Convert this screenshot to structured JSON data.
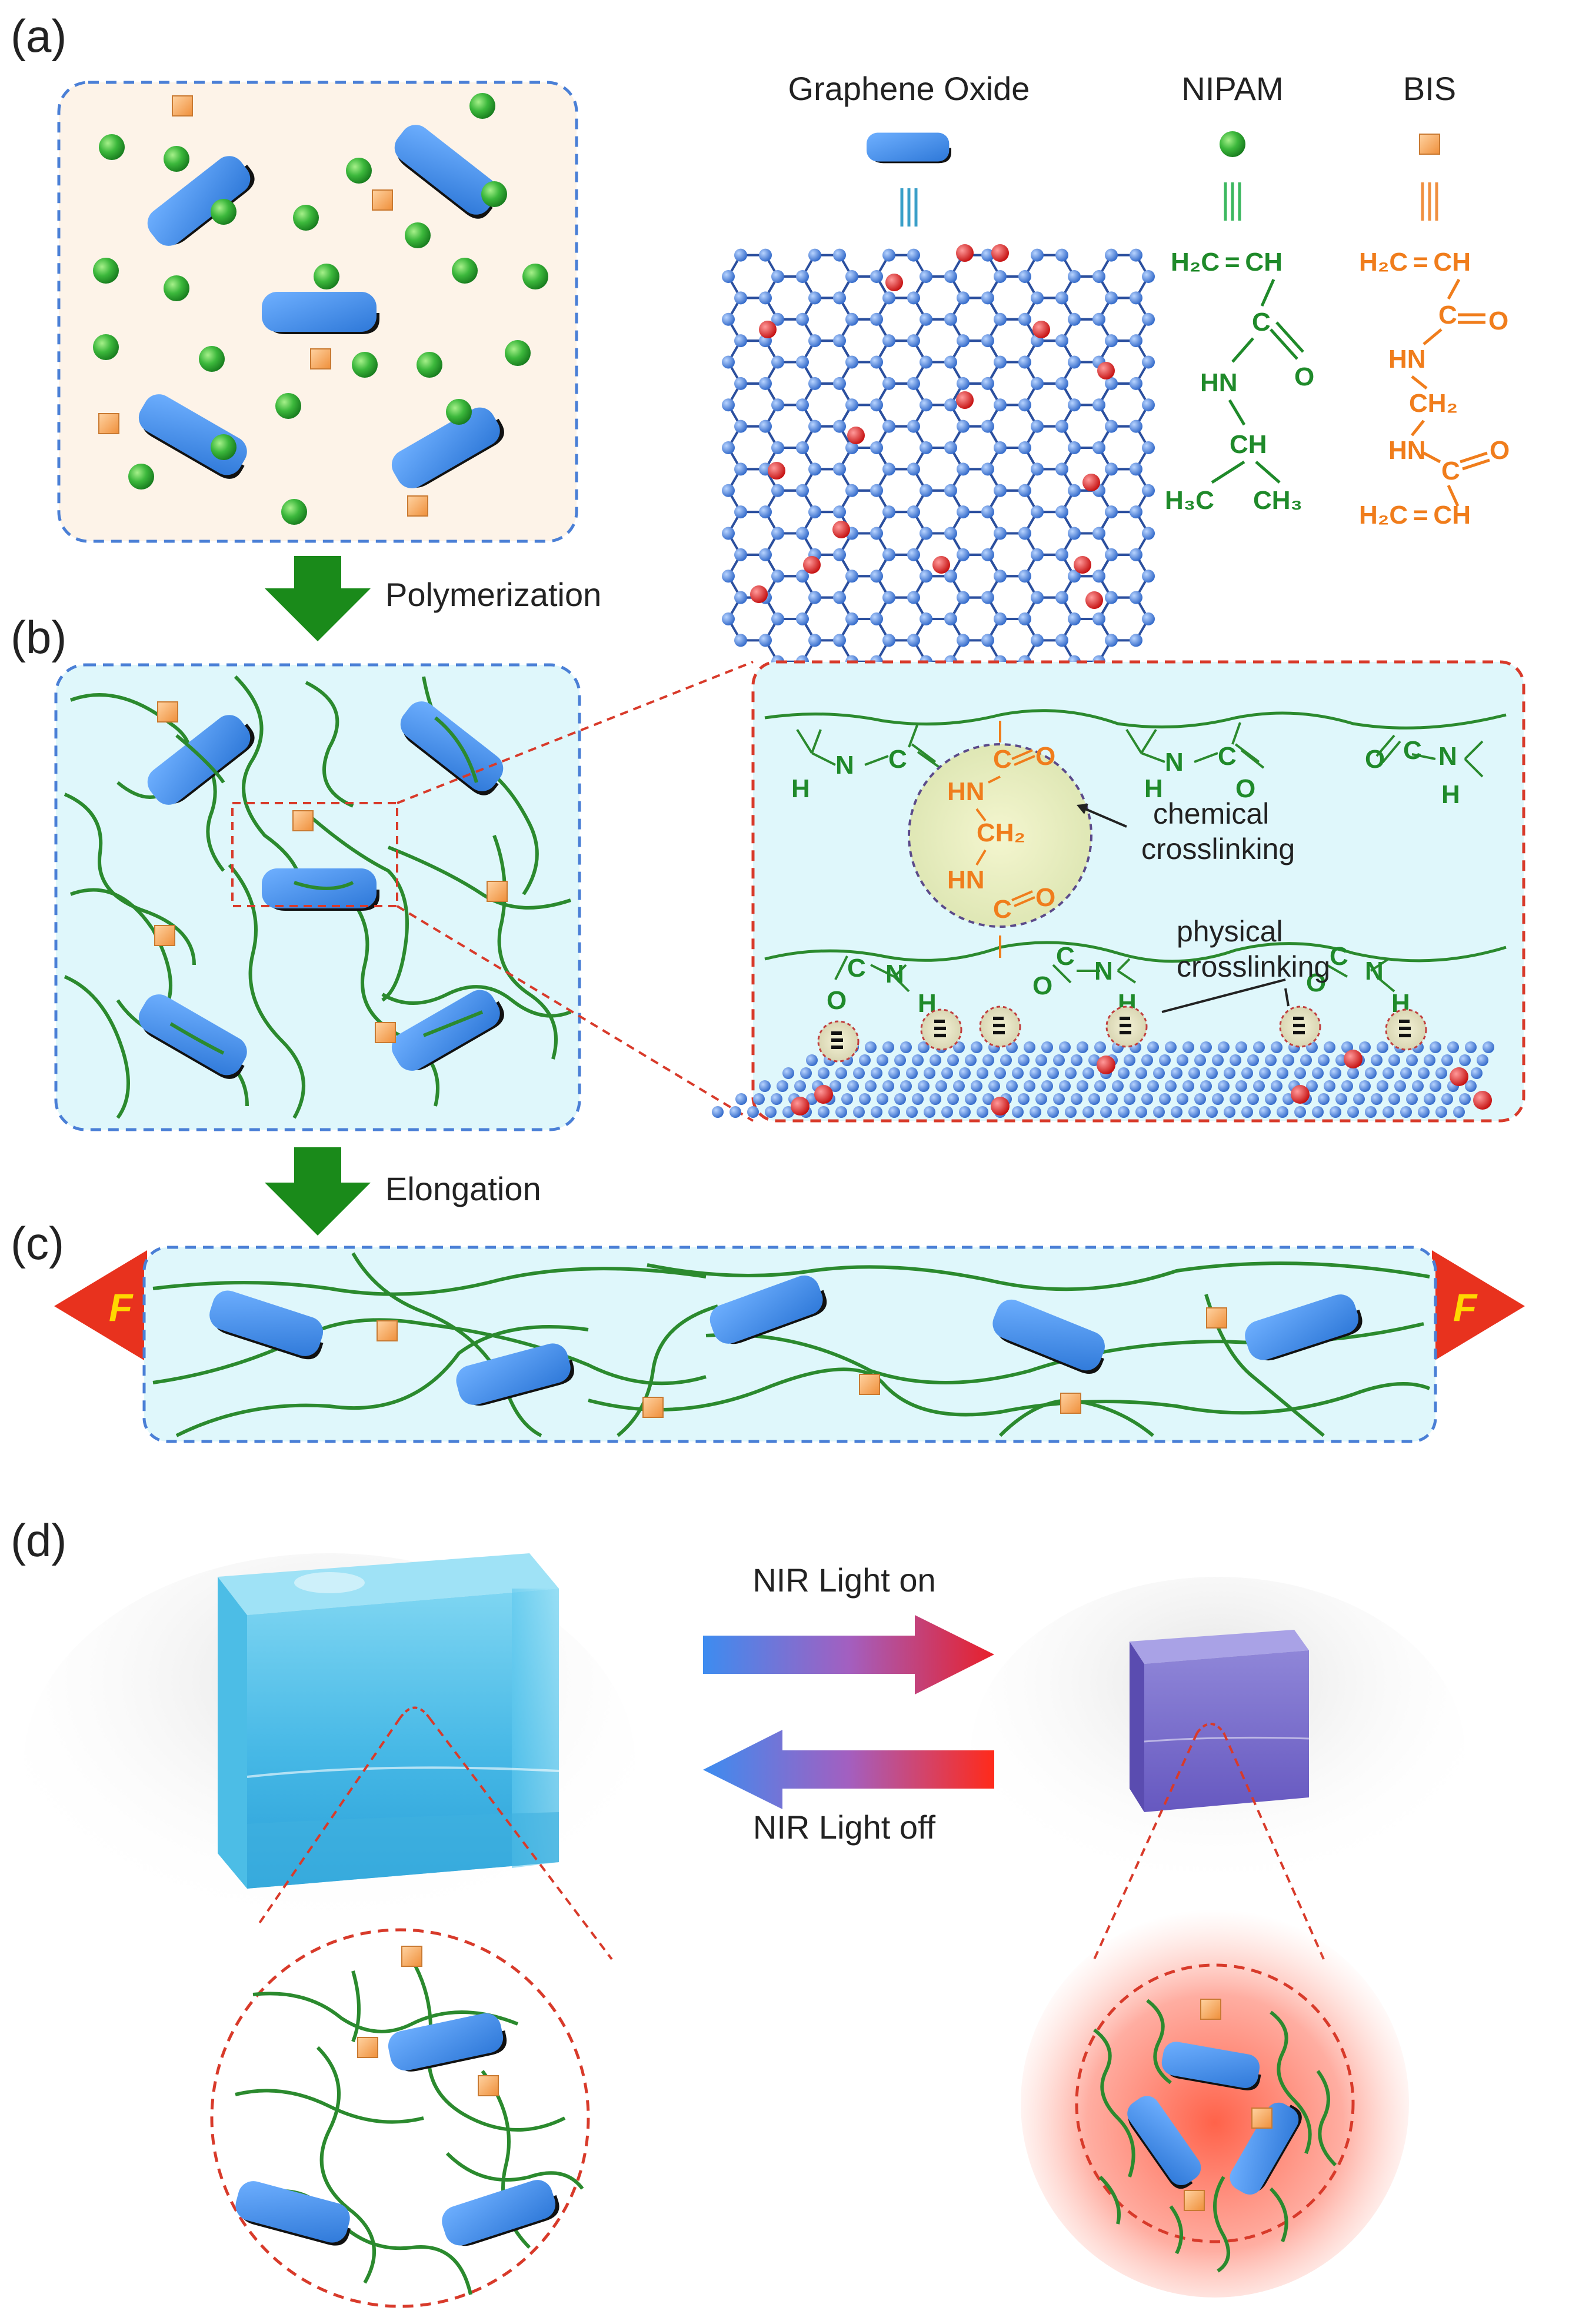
{
  "panels": {
    "a": "(a)",
    "b": "(b)",
    "c": "(c)",
    "d": "(d)"
  },
  "legend": {
    "graphene_oxide": "Graphene Oxide",
    "nipam": "NIPAM",
    "bis": "BIS"
  },
  "nipam_structure": {
    "top": "H₂C = CH",
    "c": "C",
    "o": "O",
    "hn": "HN",
    "ch": "CH",
    "h3c": "H₃C",
    "ch3": "CH₃"
  },
  "bis_structure": {
    "top": "H₂C = CH",
    "c1": "C",
    "o1": "O",
    "hn1": "HN",
    "ch2": "CH₂",
    "hn2": "HN",
    "c2": "C",
    "o2": "O",
    "bottom": "H₂C = CH"
  },
  "steps": {
    "polymerization": "Polymerization",
    "elongation": "Elongation"
  },
  "zoom_labels": {
    "chemical": [
      "chemical",
      "crosslinking"
    ],
    "physical": [
      "physical",
      "crosslinking"
    ],
    "atoms": {
      "n": "N",
      "c": "C",
      "o": "O",
      "h": "H",
      "hn": "HN",
      "ch2": "CH₂"
    }
  },
  "force": {
    "left": "F",
    "right": "F"
  },
  "nir": {
    "on": "NIR Light on",
    "off": "NIR Light off"
  },
  "colors": {
    "sheet": "#3f8fe8",
    "chain": "#2b8a2e",
    "crosslinker": "#f5a35a",
    "nipam_green": "#1f8a2a",
    "bis_orange": "#f07d1c",
    "box_blue": "#4a7fd6",
    "box_red": "#d83a2a",
    "arrow_green": "#1a8a1a",
    "force_red": "#e8321e"
  },
  "icons": [
    "graphene-sheet-icon",
    "nipam-sphere-icon",
    "bis-square-icon",
    "down-arrow-icon",
    "force-arrow-icon",
    "nir-arrow-icon"
  ]
}
